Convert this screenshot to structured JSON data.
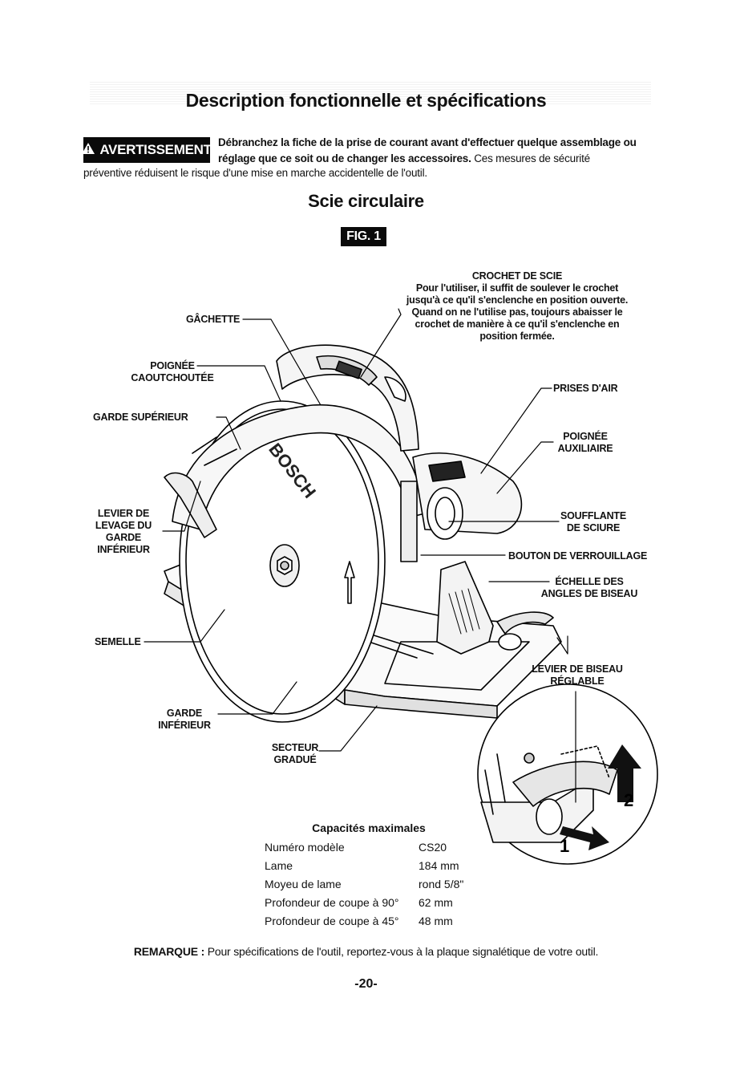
{
  "header": {
    "title": "Description fonctionnelle et spécifications"
  },
  "warning": {
    "badge": "AVERTISSEMENT",
    "bold_text": "Débranchez la fiche de la prise de courant avant d'effectuer quelque assemblage ou réglage que ce soit ou de changer les accessoires.",
    "rest_line1": "Ces mesures de sécurité",
    "rest_line2": "préventive réduisent le risque d'une mise en marche accidentelle de l'outil."
  },
  "section": {
    "title": "Scie circulaire",
    "fig_label": "FIG. 1"
  },
  "figure": {
    "brand": "BOSCH",
    "step_1": "1",
    "step_2": "2",
    "labels": {
      "crochet_title": "CROCHET DE SCIE",
      "crochet_l1": "Pour l'utiliser, il suffit de soulever le crochet",
      "crochet_l2": "jusqu'à ce qu'il s'enclenche en position ouverte.",
      "crochet_l3": "Quand on ne l'utilise pas, toujours abaisser le",
      "crochet_l4": "crochet de manière à ce qu'il s'enclenche en",
      "crochet_l5": "position fermée.",
      "gachette": "GÂCHETTE",
      "poignee_caout_1": "POIGNÉE",
      "poignee_caout_2": "CAOUTCHOUTÉE",
      "garde_sup": "GARDE SUPÉRIEUR",
      "prises_air": "PRISES D'AIR",
      "poignee_aux_1": "POIGNÉE",
      "poignee_aux_2": "AUXILIAIRE",
      "levier_1": "LEVIER DE",
      "levier_2": "LEVAGE DU",
      "levier_3": "GARDE",
      "levier_4": "INFÉRIEUR",
      "soufflante_1": "SOUFFLANTE",
      "soufflante_2": "DE SCIURE",
      "bouton": "BOUTON DE VERROUILLAGE",
      "echelle_1": "ÉCHELLE DES",
      "echelle_2": "ANGLES DE BISEAU",
      "semelle": "SEMELLE",
      "levier_biseau_1": "LEVIER DE BISEAU",
      "levier_biseau_2": "RÉGLABLE",
      "garde_inf_1": "GARDE",
      "garde_inf_2": "INFÉRIEUR",
      "secteur_1": "SECTEUR",
      "secteur_2": "GRADUÉ"
    }
  },
  "specs": {
    "title": "Capacités maximales",
    "rows": [
      {
        "label": "Numéro modèle",
        "value": "CS20"
      },
      {
        "label": "Lame",
        "value": "184 mm"
      },
      {
        "label": "Moyeu de lame",
        "value": "rond 5/8\""
      },
      {
        "label": "Profondeur de coupe à 90°",
        "value": "62 mm"
      },
      {
        "label": "Profondeur de coupe à 45°",
        "value": "48 mm"
      }
    ]
  },
  "remark": {
    "label": "REMARQUE :",
    "text": "Pour spécifications de l'outil, reportez-vous à la plaque signalétique de votre outil."
  },
  "page": {
    "number": "-20-"
  }
}
